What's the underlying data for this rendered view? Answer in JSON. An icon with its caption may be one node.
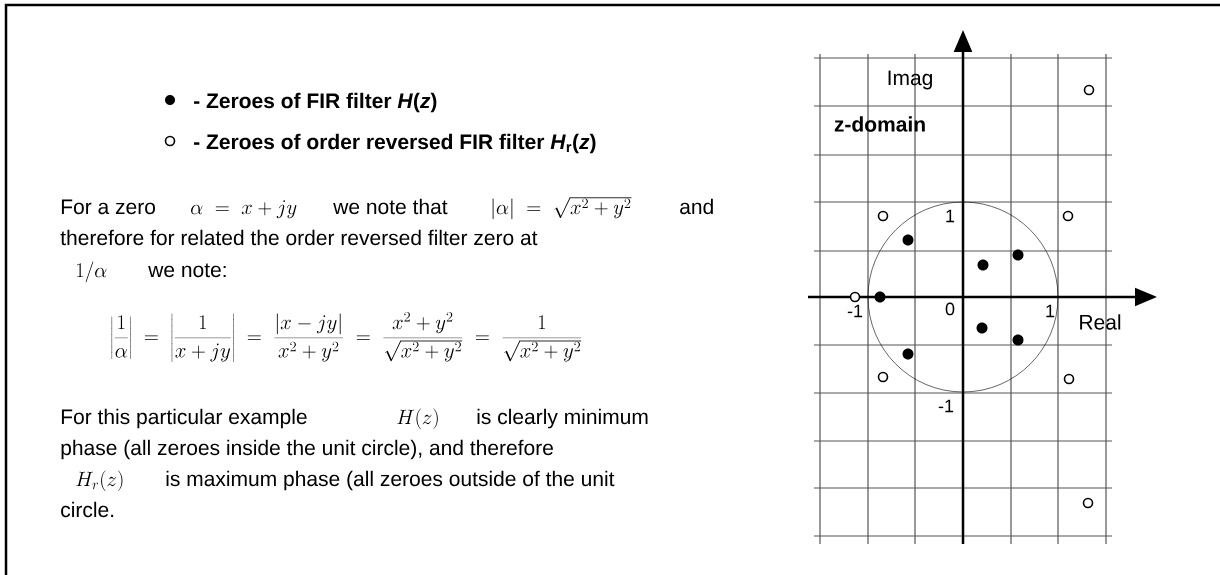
{
  "diagram": {
    "labels": [
      "For a zero",
      "\\alpha\\;=\\;x+jy",
      "we note that",
      "|\\alpha|\\;=\\;\\sqrt{x^2+y^2}",
      "and",
      "therefore for related the order reversed filter zero at",
      "1/\\alpha",
      "we note:",
      "\\left|\\frac{1}{\\alpha}\\right|\\;=\\;\\left|\\frac{1}{x+jy}\\right|\\;=\\;\\frac{|x-jy|}{x^2+y^2}\\;=\\;\\frac{x^2+y^2}{\\sqrt{x^2+y^2}}\\;=\\;\\frac{1}{\\sqrt{x^2+y^2}}",
      "For this particular example",
      "H(z)",
      "is clearly minimum",
      "phase (all zeroes inside the unit circle), and therefore",
      "H_r(z)",
      "is maximum phase (all zeroes outside of the unit",
      "circle.",
      "Imag",
      "z-domain",
      "1",
      "-1",
      "0",
      "1",
      "Real",
      "-1"
    ],
    "legend": [
      {
        "text": "- Zeroes of FIR filter *H*(*z*)"
      },
      {
        "text": "- Zeroes of order reversed FIR filter *H*$_{r}$(*z*)"
      }
    ]
  }
}
